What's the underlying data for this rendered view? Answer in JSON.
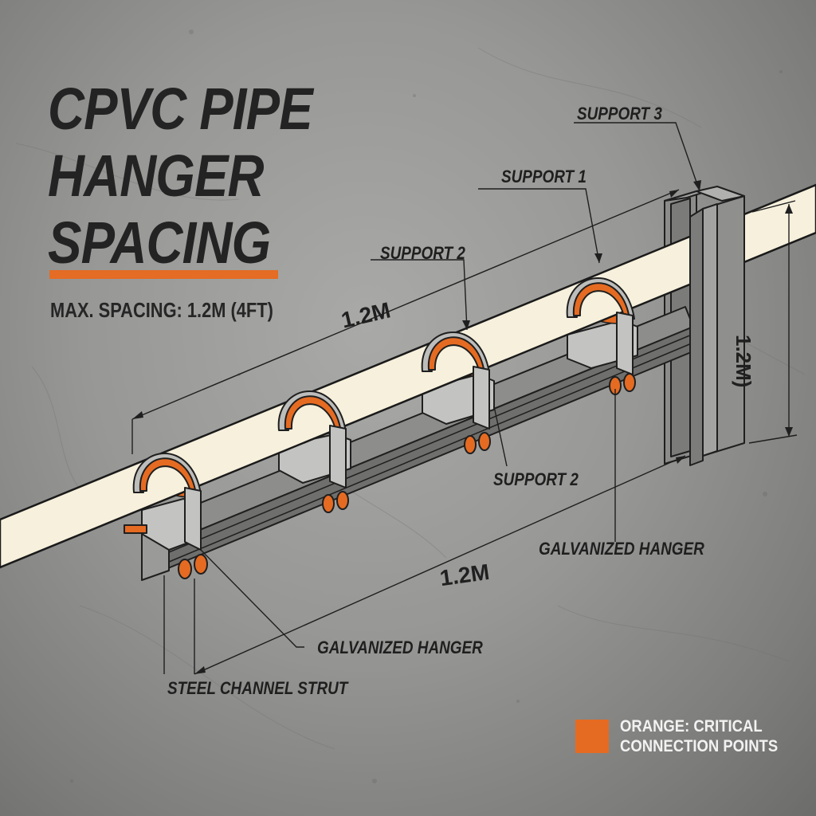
{
  "title": {
    "lines": [
      "CPVC PIPE",
      "HANGER",
      "SPACING"
    ]
  },
  "subtitle": "MAX. SPACING: 1.2M (4FT)",
  "labels": {
    "support_3": "SUPPORT 3",
    "support_1": "SUPPORT 1",
    "support_2_top": "SUPPORT 2",
    "support_2_bottom": "SUPPORT 2",
    "galvanized_hanger_right": "GALVANIZED HANGER",
    "galvanized_hanger_bottom": "GALVANIZED HANGER",
    "steel_channel_strut": "STEEL CHANNEL STRUT"
  },
  "dimensions": {
    "top_span": "1.2M",
    "bottom_span": "1.2M",
    "vertical_span": "1.2M)"
  },
  "legend": {
    "line1": "ORANGE: CRITICAL",
    "line2": "CONNECTION POINTS",
    "color": "#e56b22"
  },
  "colors": {
    "accent_orange": "#e46c24",
    "pipe_cream": "#f6f0dc",
    "steel_gray": "#8a8a88",
    "hanger_gray": "#c4c4c2",
    "background_concrete": "#979795",
    "text_dark": "#232323"
  }
}
